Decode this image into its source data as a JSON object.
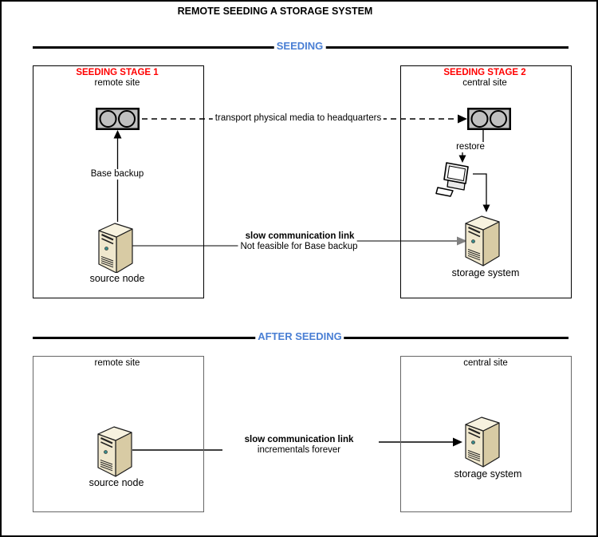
{
  "title": "REMOTE SEEDING A STORAGE SYSTEM",
  "seeding": {
    "divider": "SEEDING",
    "stage1_title": "SEEDING STAGE 1",
    "stage1_subtitle": "remote site",
    "base_backup_label": "Base backup",
    "source_node_label": "source node",
    "transport_label": "transport physical media to headquarters",
    "stage2_title": "SEEDING STAGE 2",
    "stage2_subtitle": "central site",
    "restore_label": "restore",
    "storage_system_label": "storage system",
    "link_label_bold": "slow communication link",
    "link_label_sub": "Not feasible for Base backup"
  },
  "after": {
    "divider": "AFTER SEEDING",
    "left_subtitle": "remote site",
    "source_node_label": "source node",
    "right_subtitle": "central site",
    "storage_system_label": "storage system",
    "link_label_bold": "slow communication link",
    "link_label_sub": "incrementals forever"
  },
  "icons": {
    "media": "tape-media-icon",
    "node": "server-tower-icon",
    "restore_host": "desktop-computer-icon"
  },
  "colors": {
    "stage_title_red": "#ff0000",
    "divider_blue": "#4a7fd4",
    "slow_link_gray": "#808080",
    "media_gray": "#c0c0c0",
    "server_front": "#efe7cd",
    "server_side": "#d8cba4",
    "server_top": "#f7f2df"
  }
}
